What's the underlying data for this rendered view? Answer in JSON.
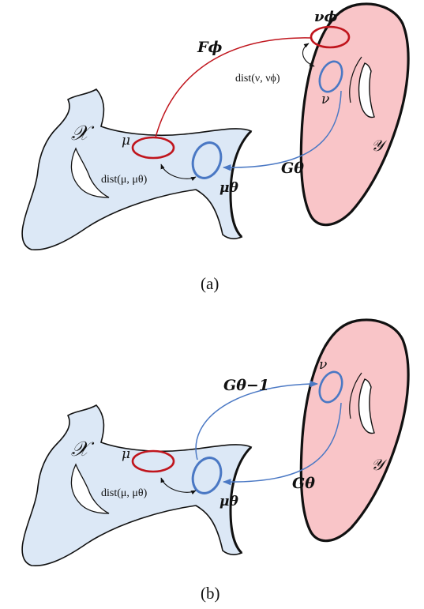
{
  "colors": {
    "manifold_x_fill": "#dce8f6",
    "manifold_y_fill": "#f9c5c8",
    "red": "#c0151d",
    "blue": "#4a78c4",
    "outline": "#111111"
  },
  "panel_a": {
    "caption": "(a)",
    "label_x_space": "𝒳",
    "label_y_space": "𝒴",
    "label_mu": "μ",
    "label_mu_theta": "μθ",
    "label_nu": "ν",
    "label_nu_phi": "νϕ",
    "label_F_phi": "Fϕ",
    "label_G_theta": "Gθ",
    "label_dist_mu": "dist(μ, μθ)",
    "label_dist_nu": "dist(ν, νϕ)"
  },
  "panel_b": {
    "caption": "(b)",
    "label_x_space": "𝒳",
    "label_y_space": "𝒴",
    "label_mu": "μ",
    "label_mu_theta": "μθ",
    "label_nu": "ν",
    "label_G_theta_inv": "Gθ−1",
    "label_G_theta": "Gθ",
    "label_dist_mu": "dist(μ, μθ)"
  }
}
